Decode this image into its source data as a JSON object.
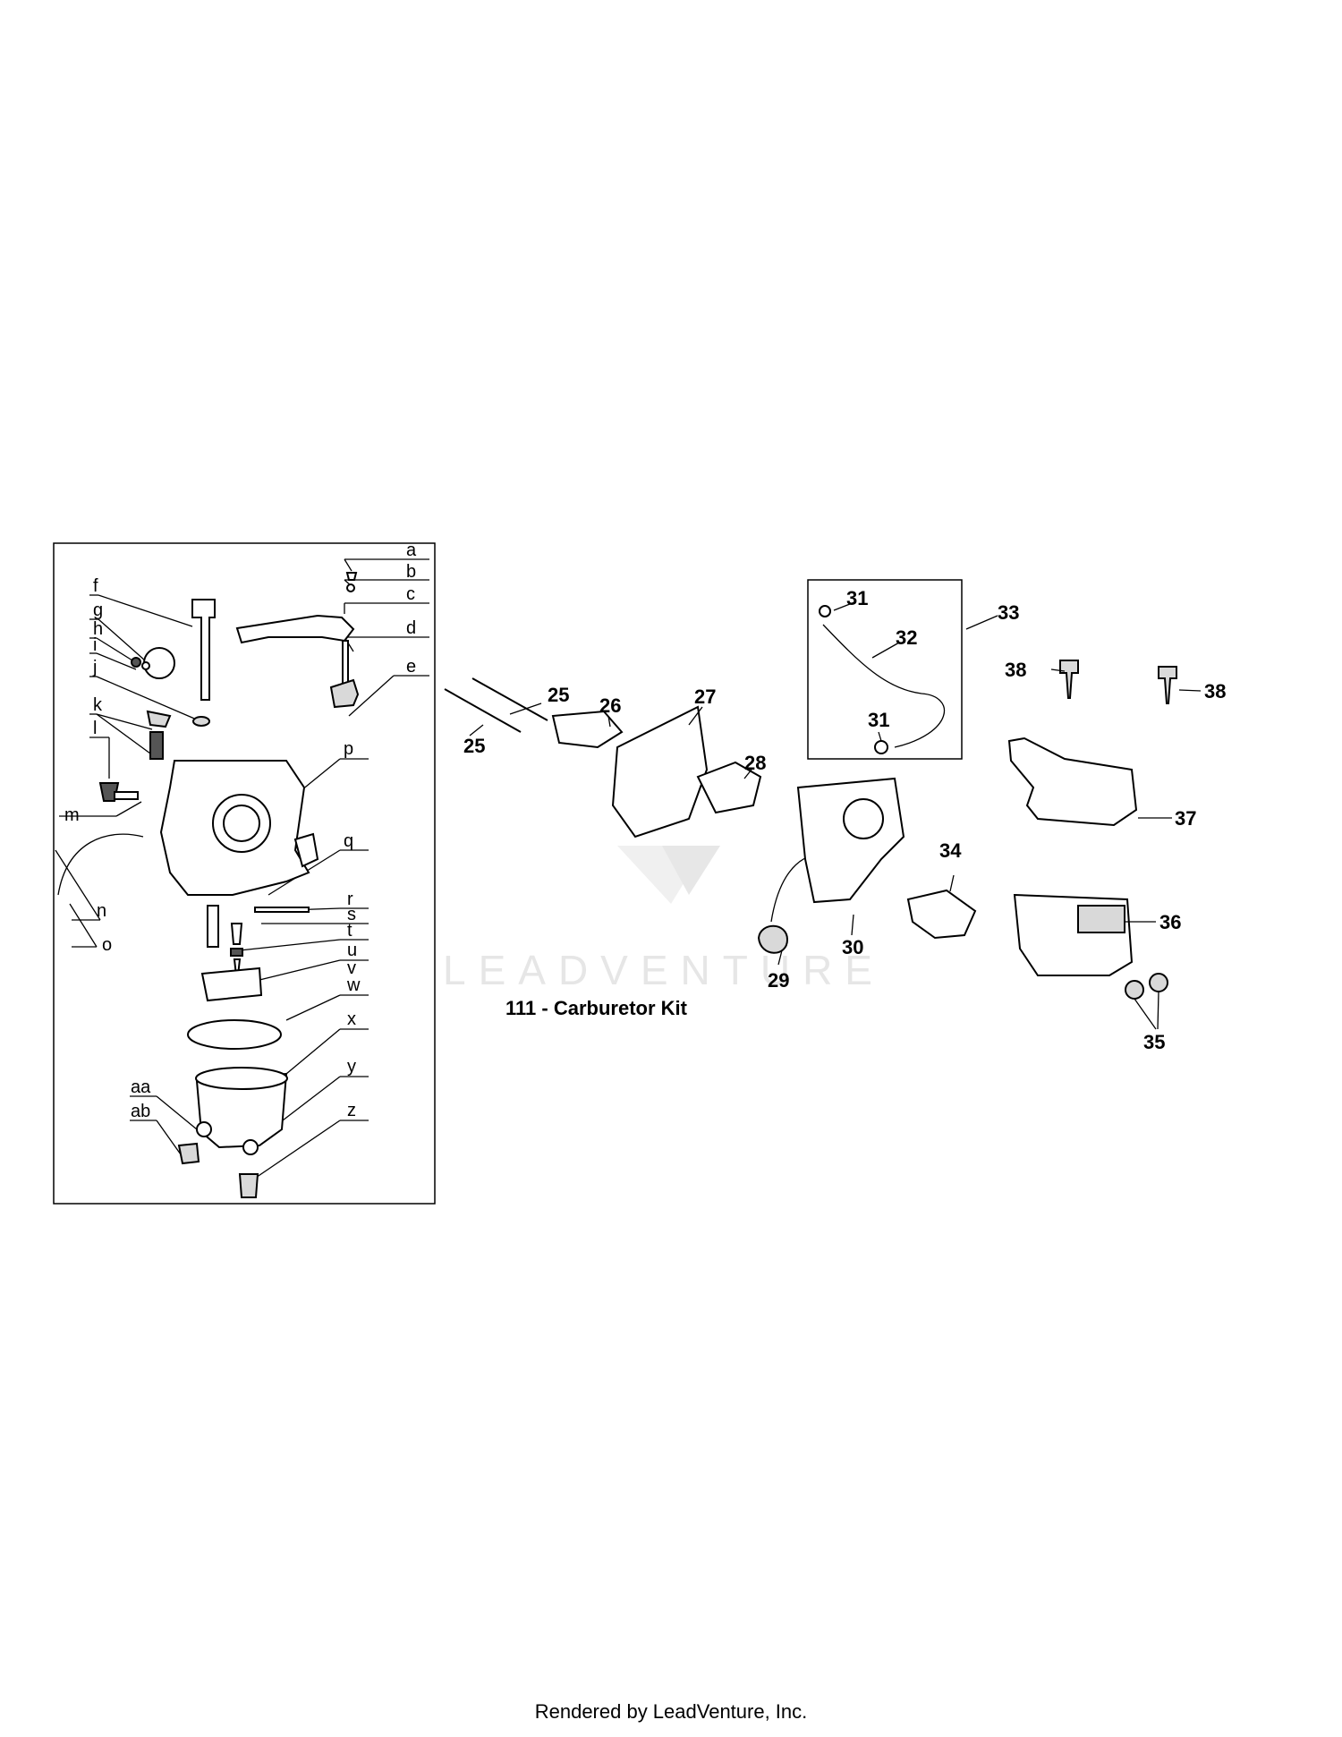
{
  "kit_title": "111 - Carburetor Kit",
  "footer": "Rendered by LeadVenture, Inc.",
  "watermark": "LEADVENTURE",
  "kit_labels": [
    "a",
    "b",
    "c",
    "d",
    "e",
    "f",
    "g",
    "h",
    "i",
    "j",
    "k",
    "l",
    "m",
    "n",
    "o",
    "p",
    "q",
    "r",
    "s",
    "t",
    "u",
    "v",
    "w",
    "x",
    "y",
    "z",
    "aa",
    "ab"
  ],
  "part_labels": [
    "25",
    "25",
    "26",
    "27",
    "28",
    "29",
    "30",
    "31",
    "32",
    "31",
    "33",
    "34",
    "35",
    "36",
    "37",
    "38",
    "38"
  ]
}
